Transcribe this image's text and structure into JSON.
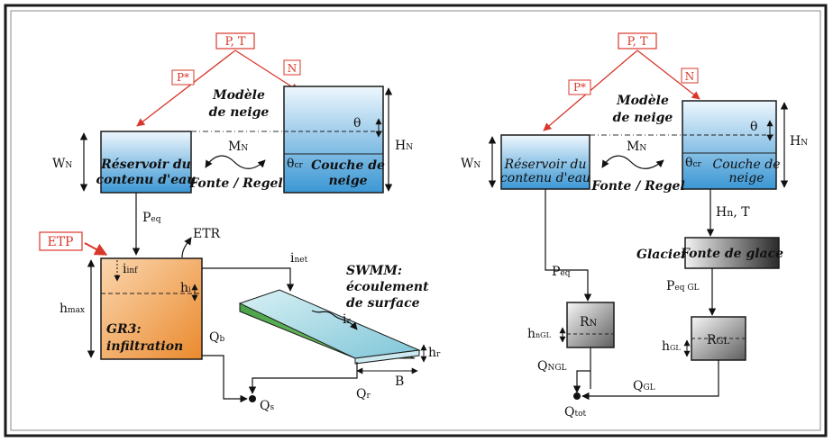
{
  "left": {
    "pt": "P, T",
    "p_star": "P*",
    "n": "N",
    "snow_model": [
      "Modèle",
      "de neige"
    ],
    "wn": "W",
    "wn_sub": "N",
    "reservoir": [
      "Réservoir du",
      "contenu d'eau"
    ],
    "mn": "M",
    "mn_sub": "N",
    "fonte": "Fonte / Regel",
    "theta": "θ",
    "theta_cr": "θ",
    "theta_cr_sub": "cr",
    "couche": [
      "Couche de",
      "neige"
    ],
    "hn": "H",
    "hn_sub": "N",
    "peq": "P",
    "peq_sub": "eq",
    "etp": "ETP",
    "etr": "ETR",
    "i_inf": "i",
    "i_inf_sub": "inf",
    "h": "h",
    "h_sub": "i",
    "hmax": "h",
    "hmax_sub": "max",
    "gr3": [
      "GR3:",
      "infiltration"
    ],
    "i_net": "i",
    "i_net_sub": "net",
    "swmm": [
      "SWMM:",
      "écoulement",
      "de surface"
    ],
    "i_r": "i",
    "i_r_sub": "r",
    "h_r": "h",
    "h_r_sub": "r",
    "b": "B",
    "q_b": "Q",
    "q_b_sub": "b",
    "q_r": "Q",
    "q_r_sub": "r",
    "q_s": "Q",
    "q_s_sub": "s"
  },
  "right": {
    "pt": "P, T",
    "p_star": "P*",
    "n": "N",
    "snow_model": [
      "Modèle",
      "de neige"
    ],
    "wn": "W",
    "wn_sub": "N",
    "reservoir": [
      "Réservoir du",
      "contenu d'eau"
    ],
    "mn": "M",
    "mn_sub": "N",
    "fonte": "Fonte / Regel",
    "theta": "θ",
    "theta_cr": "θ",
    "theta_cr_sub": "cr",
    "couche": [
      "Couche de",
      "neige"
    ],
    "hn": "H",
    "hn_sub": "N",
    "hn_t": "H",
    "hn_t_sub": "n",
    "hn_t_rest": ", T",
    "glacier": "Glacier",
    "fonte_glace": "Fonte de glace",
    "peq": "P",
    "peq_sub": "eq",
    "peq_gl": "P",
    "peq_gl_sub": "eq GL",
    "rn": "R",
    "rn_sub": "N",
    "hngl": "h",
    "hngl_sub": "nGL",
    "rgl": "R",
    "rgl_sub": "GL",
    "hgl": "h",
    "hgl_sub": "GL",
    "qngl": "Q",
    "qngl_sub": "NGL",
    "qgl": "Q",
    "qgl_sub": "GL",
    "qtot": "Q",
    "qtot_sub": "tot"
  }
}
